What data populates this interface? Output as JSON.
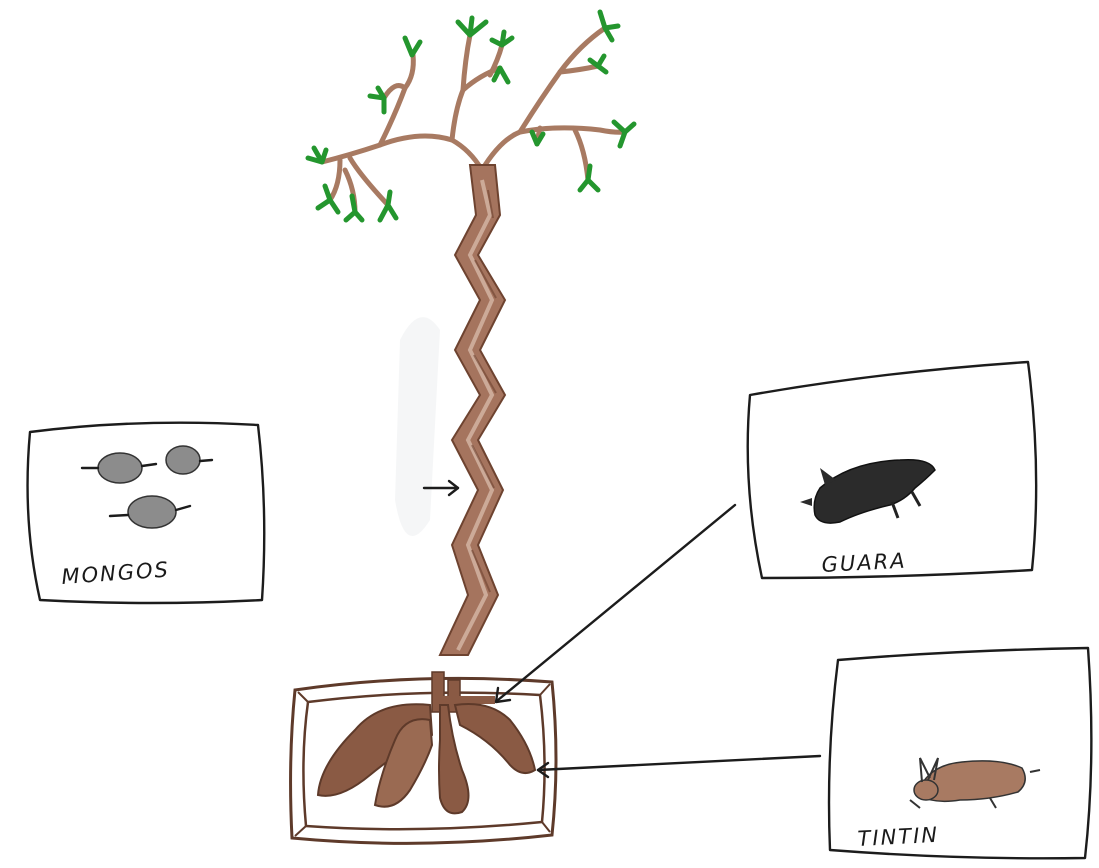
{
  "drawing": {
    "labels": {
      "left_box": "MONGOS",
      "right_top_box": "GUARA",
      "right_bottom_box": "TINTIN"
    },
    "colors": {
      "paper": "#ffffff",
      "ink": "#1c1c1c",
      "trunk_brown": "#8a5a44",
      "trunk_light": "#b8907a",
      "leaf_green": "#24962e",
      "fruit_grey": "#8c8c8c"
    }
  }
}
